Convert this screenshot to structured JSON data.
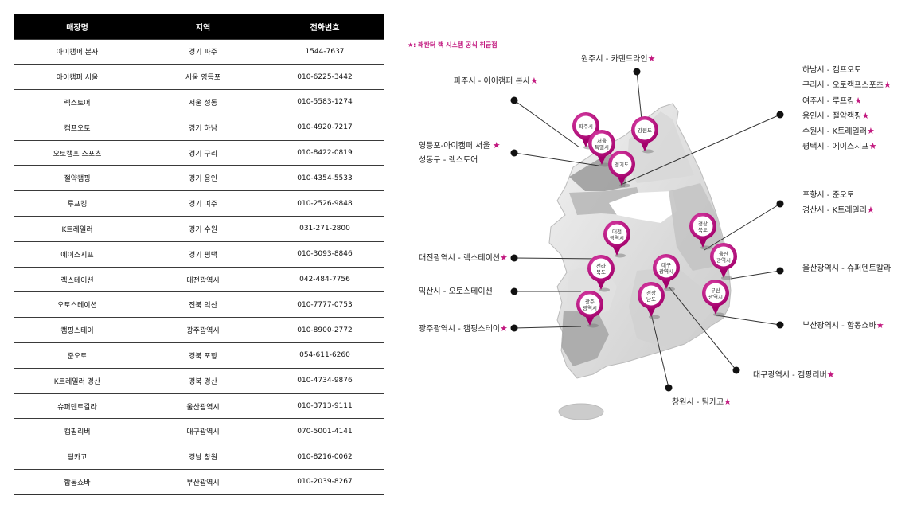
{
  "table": {
    "headers": [
      "매장명",
      "지역",
      "전화번호"
    ],
    "rows": [
      [
        "아이캠퍼 본사",
        "경기 파주",
        "1544-7637"
      ],
      [
        "아이캠퍼 서울",
        "서울 영등포",
        "010-6225-3442"
      ],
      [
        "렉스토어",
        "서울 성동",
        "010-5583-1274"
      ],
      [
        "캠프오토",
        "경기 하남",
        "010-4920-7217"
      ],
      [
        "오토캠프 스포츠",
        "경기 구리",
        "010-8422-0819"
      ],
      [
        "절약캠핑",
        "경기 용인",
        "010-4354-5533"
      ],
      [
        "루프킹",
        "경기 여주",
        "010-2526-9848"
      ],
      [
        "K트레일러",
        "경기 수원",
        "031-271-2800"
      ],
      [
        "에이스지프",
        "경기 평택",
        "010-3093-8846"
      ],
      [
        "렉스테이션",
        "대전광역시",
        "042-484-7756"
      ],
      [
        "오토스테이션",
        "전북 익산",
        "010-7777-0753"
      ],
      [
        "캠핑스테이",
        "광주광역시",
        "010-8900-2772"
      ],
      [
        "준오토",
        "경북 포항",
        "054-611-6260"
      ],
      [
        "K트레일러 경산",
        "경북 경산",
        "010-4734-9876"
      ],
      [
        "슈퍼덴트칼라",
        "울산광역시",
        "010-3713-9111"
      ],
      [
        "캠핑리버",
        "대구광역시",
        "070-5001-4141"
      ],
      [
        "팀카고",
        "경남 창원",
        "010-8216-0062"
      ],
      [
        "합동쇼바",
        "부산광역시",
        "010-2039-8267"
      ]
    ]
  },
  "map": {
    "legend": "★: 래칸터 랙 시스템 공식 취급점",
    "star": "★",
    "accent": "#c2187f",
    "pins": [
      "파주시",
      "서울특별시",
      "강원도",
      "경기도",
      "대전광역시",
      "전라북도",
      "광주광역시",
      "경상북도",
      "대구광역시",
      "경상남도",
      "울산광역시",
      "부산광역시"
    ],
    "labels": {
      "wonju": "원주시 - 카덴드라인",
      "paju": "파주시 - 아이캠퍼 본사",
      "seoul_1": "영등포-아이캠퍼 서울",
      "seoul_2": "성동구 - 렉스토어",
      "gg_1": "하남시 - 캠프오토",
      "gg_2": "구리시 - 오토캠프스포츠",
      "gg_3": "여주시 - 루프킹",
      "gg_4": "용인시 - 절약캠핑",
      "gg_5": "수원시 - K트레일러",
      "gg_6": "평택시 - 에이스지프",
      "daejeon": "대전광역시 - 렉스테이션",
      "iksan": "익산시 - 오토스테이션",
      "gwangju": "광주광역시 - 캠핑스테이",
      "gb_1": "포항시 - 준오토",
      "gb_2": "경산시 - K트레일러",
      "ulsan": "울산광역시 - 슈퍼덴트칼라",
      "busan": "부산광역시 - 합동쇼바",
      "daegu": "대구광역시 - 캠핑리버",
      "changwon": "창원시 - 팀카고"
    }
  }
}
